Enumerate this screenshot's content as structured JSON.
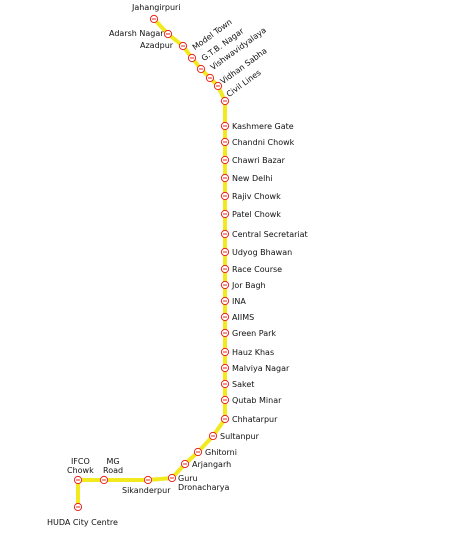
{
  "line_color": "#f2ea1e",
  "station_color": "#e7271f",
  "stations": [
    {
      "name": "Jahangirpuri"
    },
    {
      "name": "Adarsh Nagar"
    },
    {
      "name": "Azadpur"
    },
    {
      "name": "Model Town"
    },
    {
      "name": "G.T.B. Nagar"
    },
    {
      "name": "Vishwavidyalaya"
    },
    {
      "name": "Vidhan Sabha"
    },
    {
      "name": "Civil Lines"
    },
    {
      "name": "Kashmere Gate"
    },
    {
      "name": "Chandni Chowk"
    },
    {
      "name": "Chawri Bazar"
    },
    {
      "name": "New Delhi"
    },
    {
      "name": "Rajiv Chowk"
    },
    {
      "name": "Patel Chowk"
    },
    {
      "name": "Central Secretariat"
    },
    {
      "name": "Udyog Bhawan"
    },
    {
      "name": "Race Course"
    },
    {
      "name": "Jor Bagh"
    },
    {
      "name": "INA"
    },
    {
      "name": "AIIMS"
    },
    {
      "name": "Green Park"
    },
    {
      "name": "Hauz Khas"
    },
    {
      "name": "Malviya Nagar"
    },
    {
      "name": "Saket"
    },
    {
      "name": "Qutab Minar"
    },
    {
      "name": "Chhatarpur"
    },
    {
      "name": "Sultanpur"
    },
    {
      "name": "Ghitorni"
    },
    {
      "name": "Arjangarh"
    },
    {
      "name": "Guru Dronacharya",
      "lines": [
        "Guru",
        "Dronacharya"
      ]
    },
    {
      "name": "Sikanderpur"
    },
    {
      "name": "MG Road",
      "lines": [
        "MG",
        "Road"
      ]
    },
    {
      "name": "IFCO Chowk",
      "lines": [
        "IFCO",
        "Chowk"
      ]
    },
    {
      "name": "HUDA City Centre"
    }
  ]
}
